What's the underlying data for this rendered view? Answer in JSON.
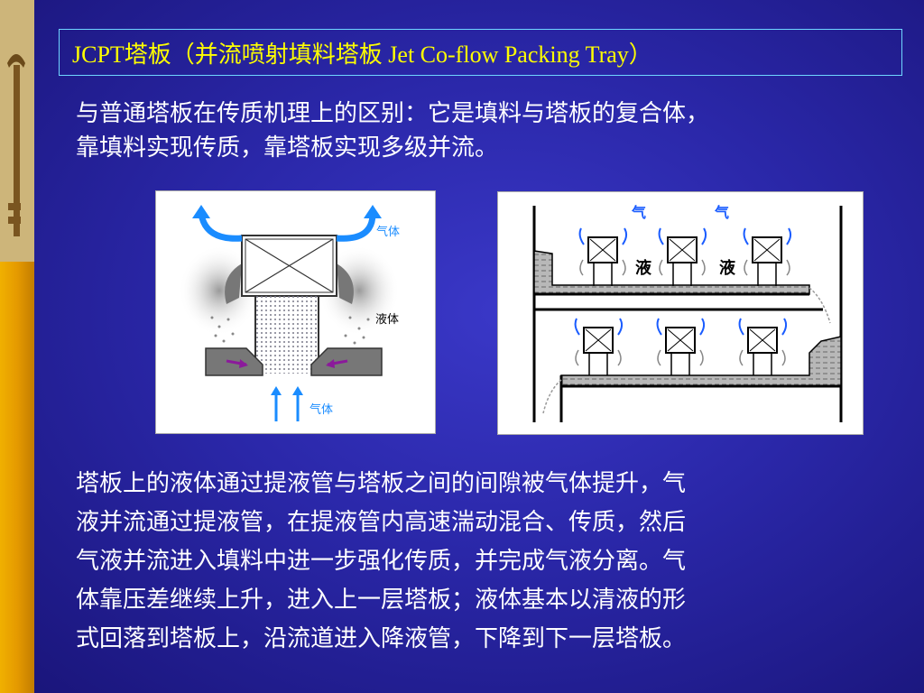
{
  "slide": {
    "title": "JCPT塔板（并流喷射填料塔板 Jet Co-flow Packing Tray）",
    "intro_lines": [
      "与普通塔板在传质机理上的区别：它是填料与塔板的复合体，",
      "靠填料实现传质，靠塔板实现多级并流。"
    ],
    "body_lines": [
      "塔板上的液体通过提液管与塔板之间的间隙被气体提升，气",
      "液并流通过提液管，在提液管内高速湍动混合、传质，然后",
      "气液并流进入填料中进一步强化传质，并完成气液分离。气",
      "体靠压差继续上升，进入上一层塔板；液体基本以清液的形",
      "式回落到塔板上，沿流道进入降液管，下降到下一层塔板。"
    ]
  },
  "left_diagram": {
    "label_gas_top": "气体",
    "label_liquid": "液体",
    "label_gas_bottom": "气体"
  },
  "right_diagram": {
    "label_gas_1": "气",
    "label_gas_2": "气",
    "label_liquid_1": "液",
    "label_liquid_2": "液"
  },
  "colors": {
    "title": "#ffff00",
    "text": "#ffffff",
    "arrow_blue": "#1a8cff",
    "arrow_purple": "#8b1a9b"
  }
}
